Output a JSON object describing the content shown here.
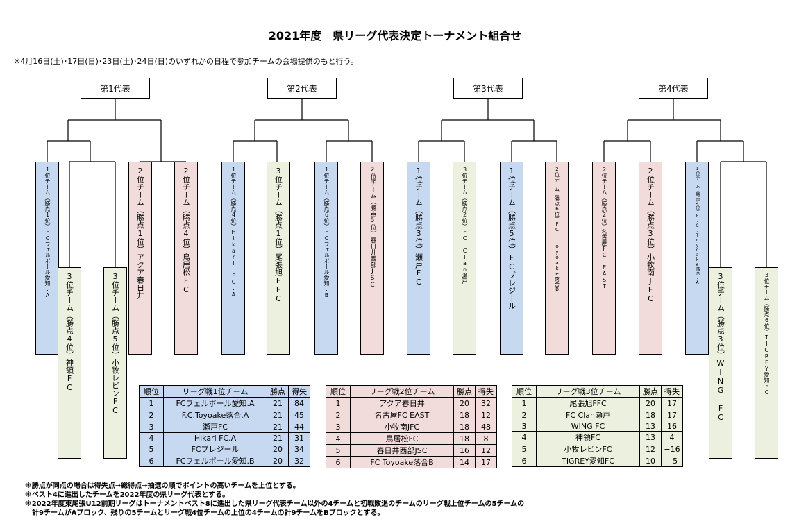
{
  "title": "2021年度　県リーグ代表決定トーナメント組合せ",
  "note_top": "※4月16日(土)･17日(日)･23日(土)･24日(日)のいずれかの日程で参加チームの会場提供のもと行う。",
  "representatives": [
    "第1代表",
    "第2代表",
    "第3代表",
    "第4代表"
  ],
  "slots": [
    "1位チーム（勝点1位）FCフェルボール愛知.A",
    "3位チーム（勝点4位）神領FC",
    "3位チーム（勝点5位）小牧レビンFC",
    "2位チーム（勝点1位）アクア春日井",
    "2位チーム（勝点4位）鳥居松FC",
    "1位チーム（勝点4位）Hikari FC.A",
    "3位チーム（勝点1位）尾張旭FFC",
    "1位チーム（勝点6位）FCフェルボール愛知.B",
    "2位チーム（勝点5位）春日井西部JSC",
    "1位チーム（勝点3位）瀬戸FC",
    "3位チーム（勝点2位）FC Clan瀬戸",
    "1位チーム（勝点5位）FCブレジール",
    "2位チーム（勝点6位）FC Toyoake落合B",
    "2位チーム（勝点2位）名古屋FC EAST",
    "2位チーム（勝点3位）小牧南JFC",
    "1位チーム（勝点2位）F.C.Toyoake落合.A",
    "3位チーム（勝点3位）WING FC",
    "3位チーム（勝点6位）TIGREY愛知FC"
  ],
  "tables": [
    {
      "headers": [
        "順位",
        "リーグ戦1位チーム",
        "勝点",
        "得失"
      ],
      "rows": [
        [
          "1",
          "FCフェルボール愛知.A",
          "21",
          "84"
        ],
        [
          "2",
          "F.C.Toyoake落合.A",
          "21",
          "45"
        ],
        [
          "3",
          "瀬戸FC",
          "21",
          "44"
        ],
        [
          "4",
          "Hikari FC.A",
          "21",
          "31"
        ],
        [
          "5",
          "FCブレジール",
          "20",
          "34"
        ],
        [
          "6",
          "FCフェルボール愛知.B",
          "20",
          "32"
        ]
      ]
    },
    {
      "headers": [
        "順位",
        "リーグ戦2位チーム",
        "勝点",
        "得失"
      ],
      "rows": [
        [
          "1",
          "アクア春日井",
          "20",
          "32"
        ],
        [
          "2",
          "名古屋FC EAST",
          "18",
          "12"
        ],
        [
          "3",
          "小牧南JFC",
          "18",
          "48"
        ],
        [
          "4",
          "鳥居松FC",
          "18",
          "8"
        ],
        [
          "5",
          "春日井西部JSC",
          "16",
          "12"
        ],
        [
          "6",
          "FC Toyoake落合B",
          "14",
          "17"
        ]
      ]
    },
    {
      "headers": [
        "順位",
        "リーグ戦3位チーム",
        "勝点",
        "得失"
      ],
      "rows": [
        [
          "1",
          "尾張旭FFC",
          "20",
          "17"
        ],
        [
          "2",
          "FC Clan瀬戸",
          "18",
          "17"
        ],
        [
          "3",
          "WING FC",
          "13",
          "16"
        ],
        [
          "4",
          "神領FC",
          "13",
          "4"
        ],
        [
          "5",
          "小牧レビンFC",
          "12",
          "−16"
        ],
        [
          "6",
          "TIGREY愛知FC",
          "10",
          "−5"
        ]
      ]
    }
  ],
  "colors": {
    "first_place": "#c6d9f0",
    "second_place": "#f2dcdb",
    "third_place": "#ebf1de"
  },
  "notes_bottom": [
    "※勝点が同点の場合は得失点→総得点→抽選の順でポイントの高いチームを上位とする。",
    "※ベスト4に進出したチームを2022年度の県リーグ代表とする。",
    "※2022年度東尾張U12前期リーグはトーナメントベスト8に進出した県リーグ代表チーム以外の4チームと初戦敗退のチームのリーグ戦上位チームの5チームの",
    "　計9チームがAブロック、残りの5チームとリーグ戦4位チームの上位の4チームの計9チームをBブロックとする。"
  ]
}
